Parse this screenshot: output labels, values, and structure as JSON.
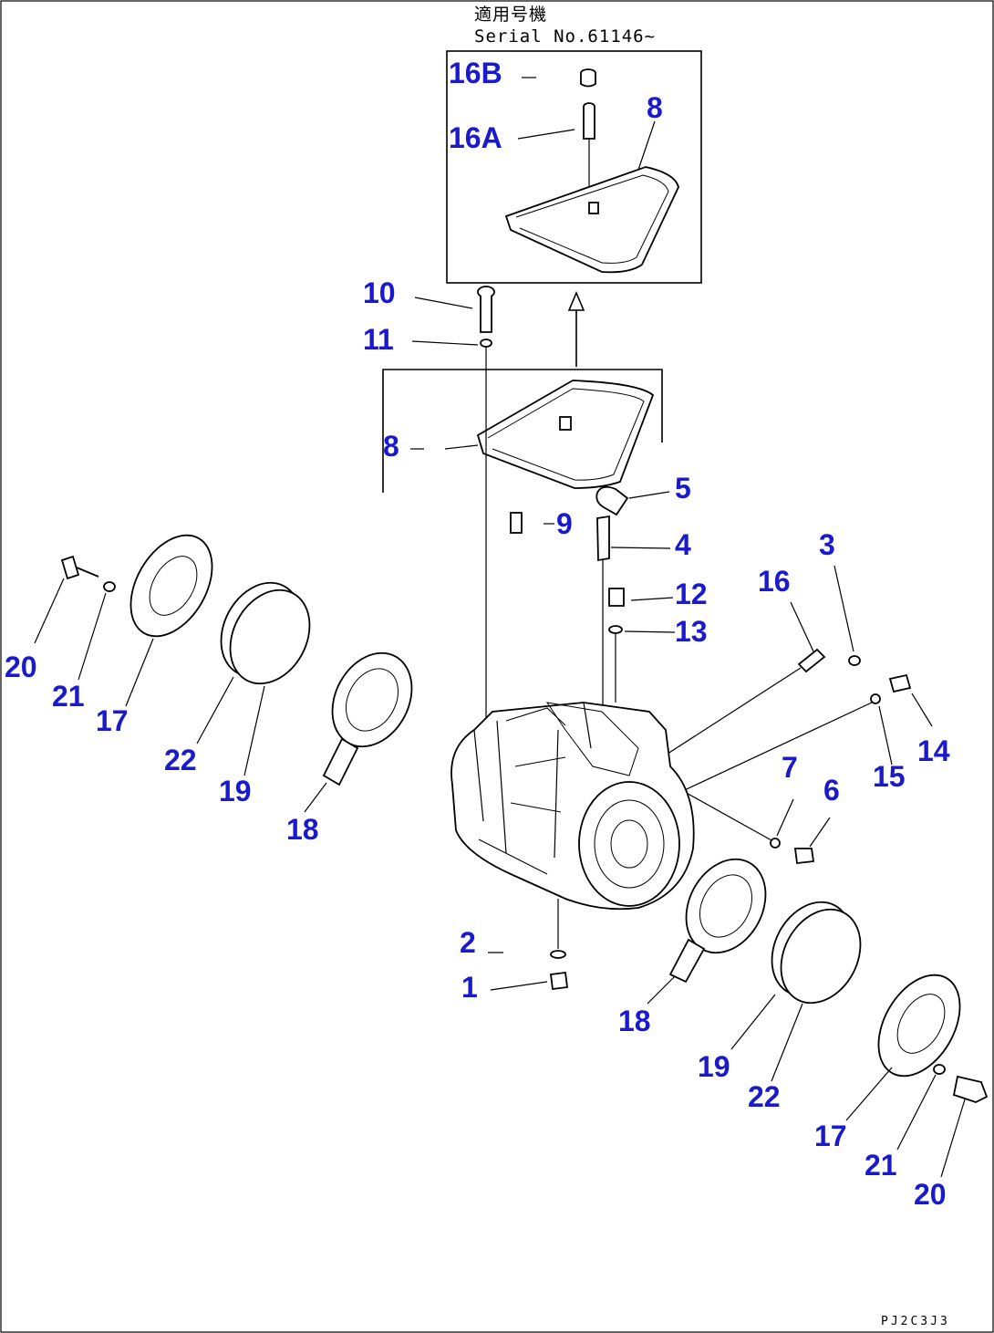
{
  "header": {
    "applicable_serial_jp": "適用号機",
    "serial_text": "Serial No.61146~"
  },
  "drawing_code": "PJ2C3J3",
  "callouts": {
    "c16B": "16B",
    "c16A": "16A",
    "c8_inset": "8",
    "c10": "10",
    "c11": "11",
    "c8": "8",
    "c5": "5",
    "c9": "9",
    "c4": "4",
    "c12": "12",
    "c13": "13",
    "c16": "16",
    "c3": "3",
    "c14": "14",
    "c15": "15",
    "c7": "7",
    "c6": "6",
    "c2": "2",
    "c1": "1",
    "c20_left": "20",
    "c21_left": "21",
    "c17_left": "17",
    "c22_left": "22",
    "c19_left": "19",
    "c18_left": "18",
    "c18_right": "18",
    "c19_right": "19",
    "c22_right": "22",
    "c17_right": "17",
    "c21_right": "21",
    "c20_right": "20"
  }
}
